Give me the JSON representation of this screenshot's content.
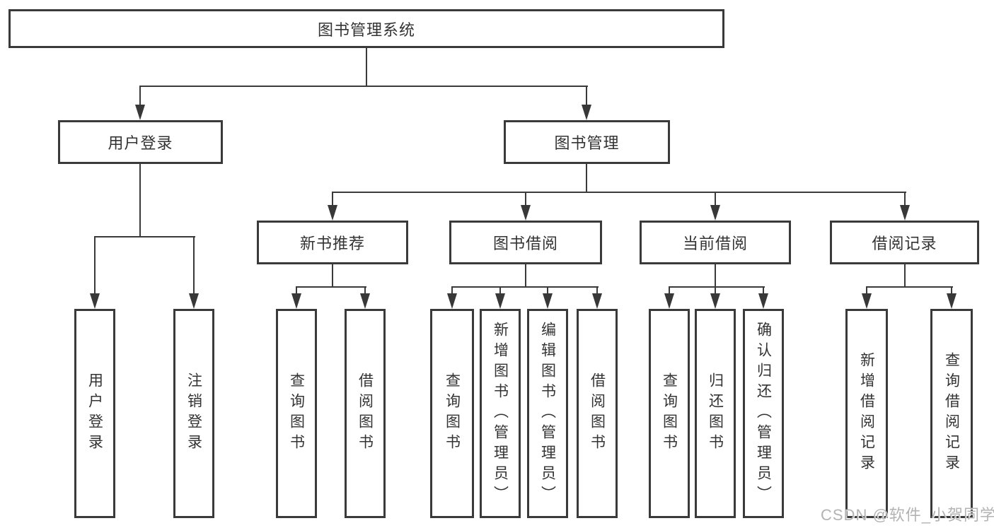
{
  "nodes": {
    "root": "图书管理系统",
    "l2": [
      "用户登录",
      "图书管理"
    ],
    "l3": [
      "新书推荐",
      "图书借阅",
      "当前借阅",
      "借阅记录"
    ],
    "leaves": [
      "用户登录",
      "注销登录",
      "查询图书",
      "借阅图书",
      "查询图书",
      "新增图书（管理员）",
      "编辑图书（管理员）",
      "借阅图书",
      "查询图书",
      "归还图书",
      "确认归还（管理员）",
      "新增借阅记录",
      "查询借阅记录"
    ]
  },
  "watermark": "CSDN @软件_小贺同学",
  "colors": {
    "line": "#3a3a3a",
    "box_border": "#3a3a3a",
    "text": "#333333",
    "background": "#ffffff",
    "watermark": "#b3b3b3"
  }
}
